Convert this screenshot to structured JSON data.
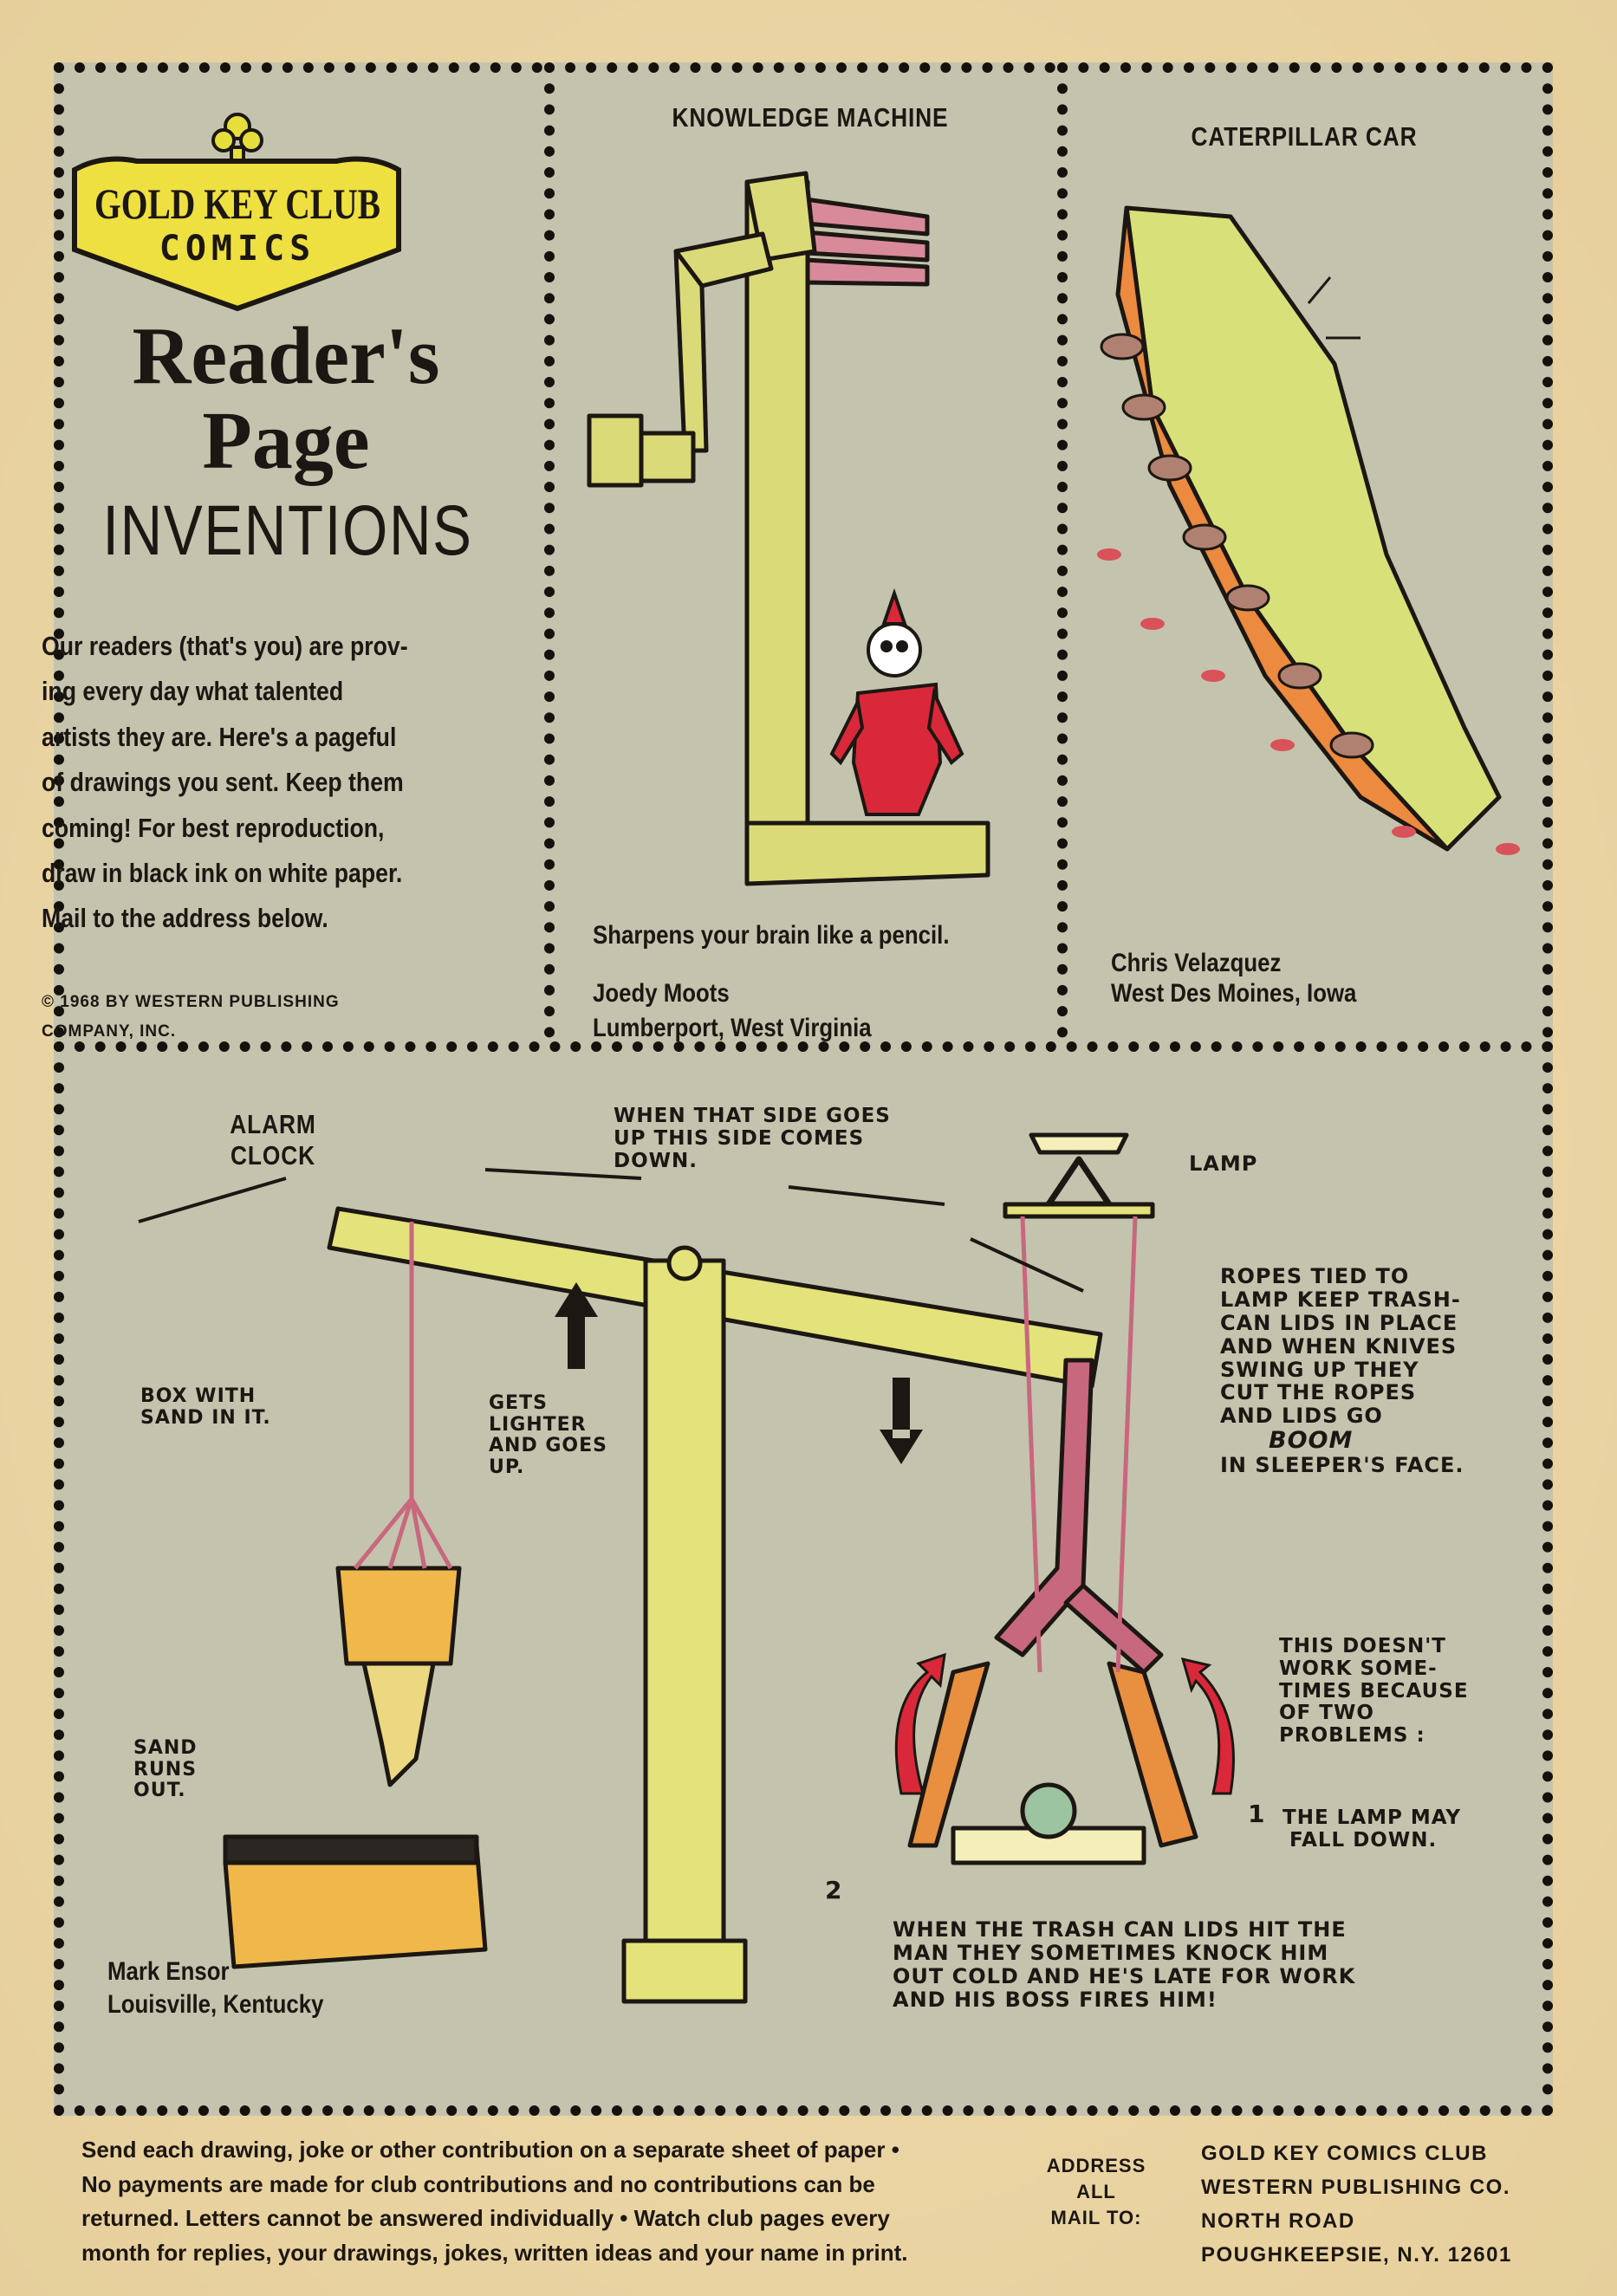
{
  "badge": {
    "line1": "GOLD KEY CLUB",
    "line2": "COMICS"
  },
  "header": {
    "title_line1": "Reader's",
    "title_line2": "Page",
    "section": "INVENTIONS"
  },
  "intro": {
    "lines": [
      "Our readers (that's you) are prov-",
      "ing every day what talented",
      "artists they are. Here's a pageful",
      "of drawings you sent. Keep them",
      "coming! For best reproduction,",
      "draw in black ink on white paper.",
      "Mail to the address below."
    ],
    "copyright_line1": "© 1968 BY WESTERN PUBLISHING",
    "copyright_line2": "COMPANY, INC."
  },
  "knowledge_machine": {
    "title": "KNOWLEDGE MACHINE",
    "caption": "Sharpens your brain like a pencil.",
    "author": "Joedy Moots",
    "location": "Lumberport, West Virginia"
  },
  "caterpillar_car": {
    "title": "CATERPILLAR CAR",
    "author": "Chris Velazquez",
    "location": "West Des Moines, Iowa"
  },
  "alarm_clock": {
    "title": "ALARM CLOCK",
    "note_top": [
      "WHEN THAT SIDE GOES",
      "UP THIS SIDE COMES",
      "DOWN."
    ],
    "lamp": "LAMP",
    "ropes": [
      "ROPES TIED TO",
      "LAMP KEEP TRASH-",
      "CAN LIDS IN PLACE",
      "AND WHEN KNIVES",
      "SWING UP THEY",
      "CUT THE ROPES",
      "AND LIDS GO"
    ],
    "boom": "BOOM",
    "ropes_end": "IN SLEEPER'S FACE.",
    "box": [
      "BOX WITH",
      "SAND IN IT."
    ],
    "gets": [
      "GETS",
      "LIGHTER",
      "AND GOES",
      "UP."
    ],
    "sand": [
      "SAND",
      "RUNS",
      "OUT."
    ],
    "problems": [
      "THIS DOESN'T",
      "WORK SOME-",
      "TIMES BECAUSE",
      "OF TWO",
      "PROBLEMS :"
    ],
    "problem1_num": "1",
    "problem1": [
      "THE LAMP MAY",
      "FALL DOWN."
    ],
    "problem2_num": "2",
    "problem2": [
      "WHEN THE TRASH CAN LIDS HIT THE",
      "MAN THEY SOMETIMES KNOCK HIM",
      "OUT COLD AND HE'S LATE FOR WORK",
      "AND HIS BOSS FIRES HIM!"
    ],
    "author": "Mark Ensor",
    "location": "Louisville, Kentucky"
  },
  "footer": {
    "lines": [
      "Send each drawing, joke or other contribution on a separate sheet of paper •",
      "No payments are made for club contributions and no contributions can be",
      "returned. Letters cannot be answered individually • Watch club pages every",
      "month for replies, your drawings, jokes, written ideas and your name in print."
    ],
    "label": [
      "ADDRESS",
      "ALL",
      "MAIL TO:"
    ],
    "address": [
      "GOLD KEY COMICS CLUB",
      "WESTERN PUBLISHING CO.",
      "NORTH ROAD",
      "POUGHKEEPSIE, N.Y. 12601"
    ]
  },
  "colors": {
    "panel": "#c4c4ae",
    "paper": "#ecd8a9",
    "yellow": "#e6e07a",
    "red": "#d8283a",
    "orange": "#e89040"
  }
}
